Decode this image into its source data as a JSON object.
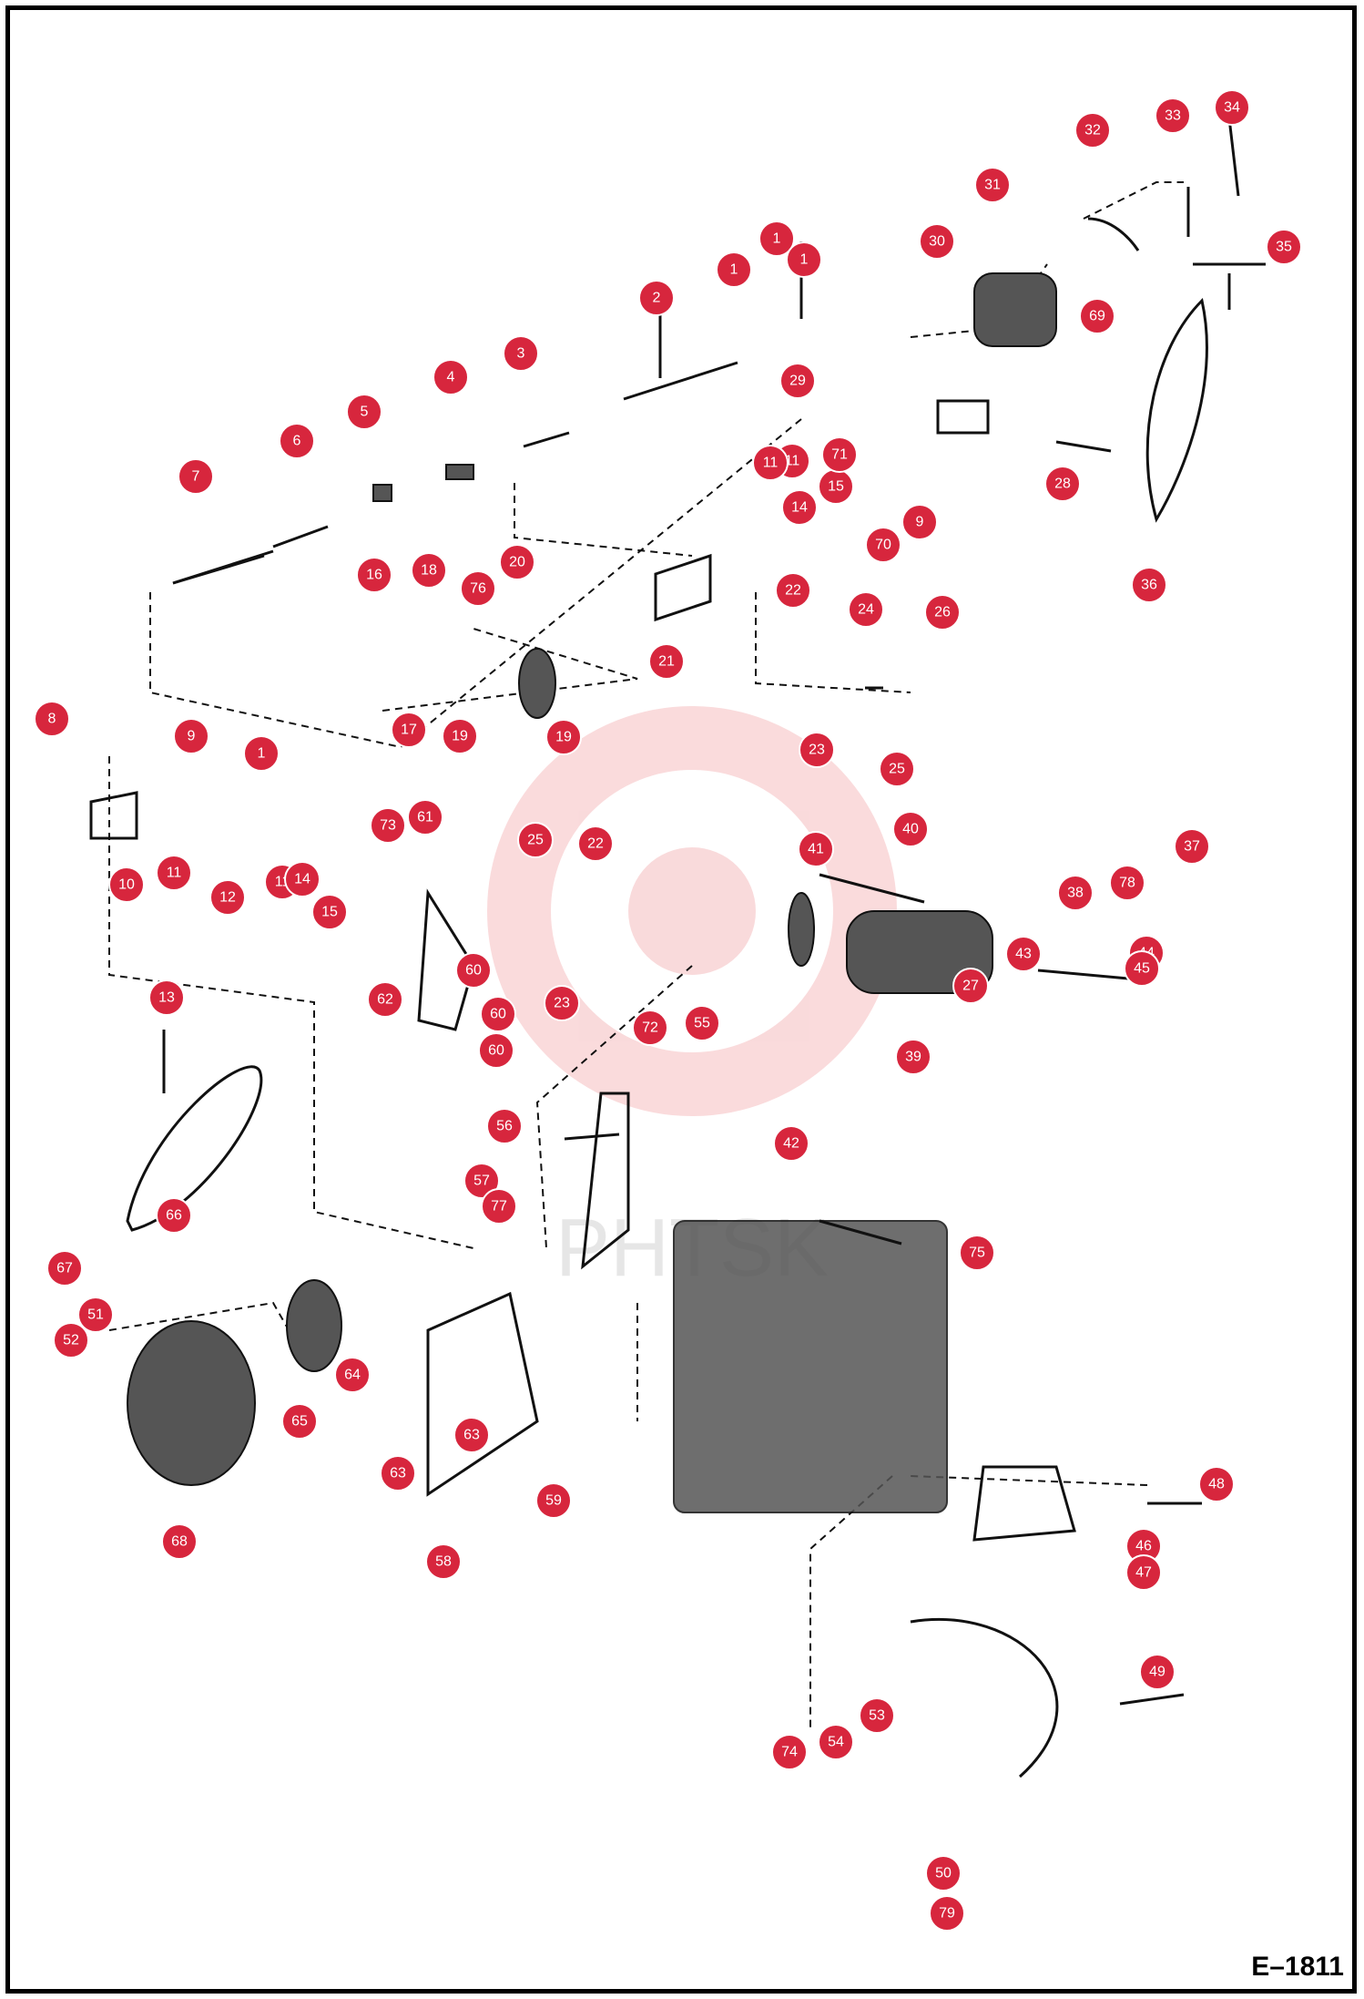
{
  "figure": {
    "code": "E–1811"
  },
  "callouts": [
    "1",
    "1",
    "1",
    "1",
    "2",
    "3",
    "4",
    "5",
    "6",
    "7",
    "8",
    "9",
    "9",
    "10",
    "11",
    "11",
    "11",
    "11",
    "12",
    "13",
    "14",
    "14",
    "15",
    "15",
    "16",
    "17",
    "18",
    "19",
    "19",
    "20",
    "21",
    "22",
    "22",
    "23",
    "23",
    "24",
    "25",
    "25",
    "26",
    "27",
    "28",
    "29",
    "30",
    "31",
    "32",
    "33",
    "34",
    "35",
    "36",
    "37",
    "38",
    "39",
    "40",
    "41",
    "42",
    "43",
    "44",
    "45",
    "46",
    "47",
    "48",
    "49",
    "50",
    "51",
    "52",
    "53",
    "54",
    "55",
    "56",
    "57",
    "58",
    "59",
    "60",
    "60",
    "60",
    "61",
    "62",
    "63",
    "63",
    "64",
    "65",
    "66",
    "67",
    "68",
    "69",
    "70",
    "71",
    "72",
    "73",
    "74",
    "75",
    "76",
    "77",
    "78",
    "79"
  ],
  "watermark_text": "PHTSK"
}
